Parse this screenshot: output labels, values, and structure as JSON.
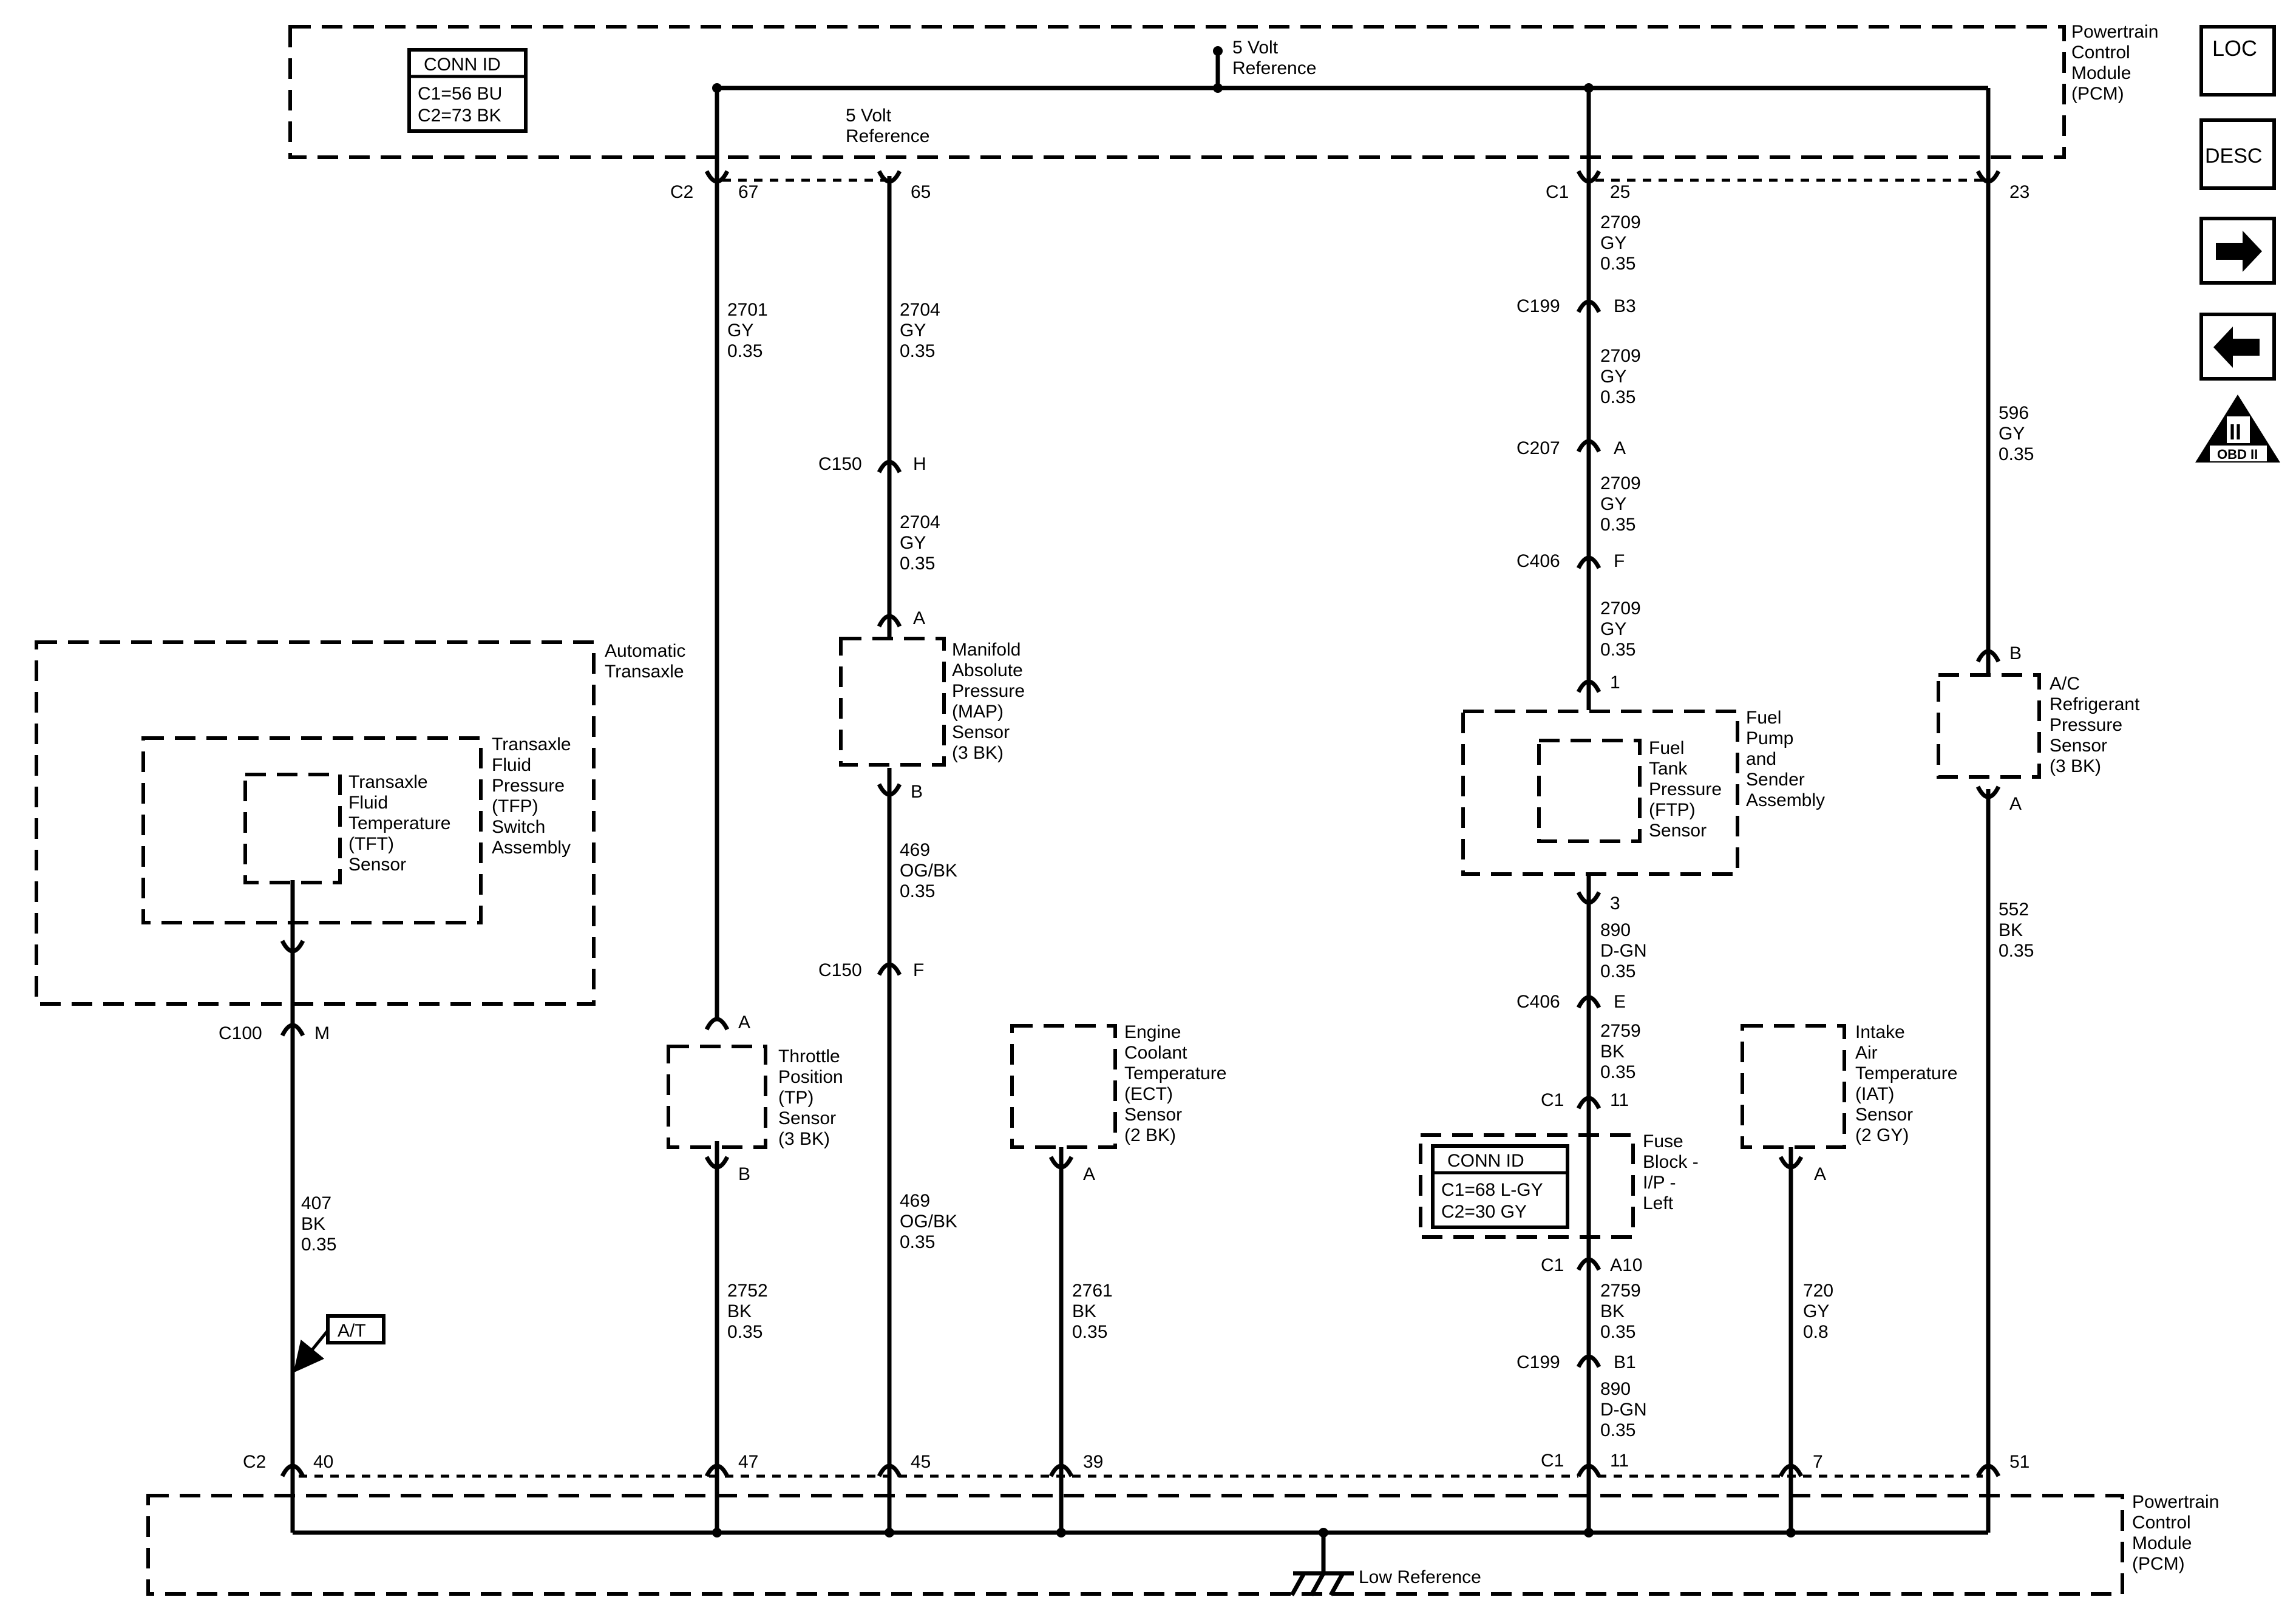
{
  "pcm_top": {
    "title_lines": [
      "Powertrain",
      "Control",
      "Module",
      "(PCM)"
    ]
  },
  "pcm_bottom": {
    "title_lines": [
      "Powertrain",
      "Control",
      "Module",
      "(PCM)"
    ],
    "low_reference": "Low Reference"
  },
  "top_conn_id": {
    "header": "CONN ID",
    "lines": [
      "C1=56 BU",
      "C2=73 BK"
    ]
  },
  "fuse_conn_id": {
    "header": "CONN ID",
    "lines": [
      "C1=68 L-GY",
      "C2=30 GY"
    ]
  },
  "ref_5v_top": [
    "5 Volt",
    "Reference"
  ],
  "ref_5v_mid": [
    "5 Volt",
    "Reference"
  ],
  "nav": {
    "loc": "LOC",
    "desc": "DESC",
    "obd": "OBD II",
    "obd_roman": "II"
  },
  "at_tag": "A/T",
  "auto_transaxle": [
    "Automatic",
    "Transaxle"
  ],
  "tfp_assembly": [
    "Transaxle",
    "Fluid",
    "Pressure",
    "(TFP)",
    "Switch",
    "Assembly"
  ],
  "tft_sensor": [
    "Transaxle",
    "Fluid",
    "Temperature",
    "(TFT)",
    "Sensor"
  ],
  "map_sensor": [
    "Manifold",
    "Absolute",
    "Pressure",
    "(MAP)",
    "Sensor",
    "(3 BK)"
  ],
  "tp_sensor": [
    "Throttle",
    "Position",
    "(TP)",
    "Sensor",
    "(3 BK)"
  ],
  "ect_sensor": [
    "Engine",
    "Coolant",
    "Temperature",
    "(ECT)",
    "Sensor",
    "(2 BK)"
  ],
  "fuel_pump": [
    "Fuel",
    "Pump",
    "and",
    "Sender",
    "Assembly"
  ],
  "ftp_sensor": [
    "Fuel",
    "Tank",
    "Pressure",
    "(FTP)",
    "Sensor"
  ],
  "fuse_block": [
    "Fuse",
    "Block -",
    "I/P -",
    "Left"
  ],
  "iat_sensor": [
    "Intake",
    "Air",
    "Temperature",
    "(IAT)",
    "Sensor",
    "(2 GY)"
  ],
  "ac_sensor": [
    "A/C",
    "Refrigerant",
    "Pressure",
    "Sensor",
    "(3 BK)"
  ],
  "wires": {
    "w2701": [
      "2701",
      "GY",
      "0.35"
    ],
    "w2704a": [
      "2704",
      "GY",
      "0.35"
    ],
    "w2704b": [
      "2704",
      "GY",
      "0.35"
    ],
    "w469a": [
      "469",
      "OG/BK",
      "0.35"
    ],
    "w469b": [
      "469",
      "OG/BK",
      "0.35"
    ],
    "w407": [
      "407",
      "BK",
      "0.35"
    ],
    "w2752": [
      "2752",
      "BK",
      "0.35"
    ],
    "w2761": [
      "2761",
      "BK",
      "0.35"
    ],
    "w2709a": [
      "2709",
      "GY",
      "0.35"
    ],
    "w2709b": [
      "2709",
      "GY",
      "0.35"
    ],
    "w2709c": [
      "2709",
      "GY",
      "0.35"
    ],
    "w2709d": [
      "2709",
      "GY",
      "0.35"
    ],
    "w890a": [
      "890",
      "D-GN",
      "0.35"
    ],
    "w2759a": [
      "2759",
      "BK",
      "0.35"
    ],
    "w2759b": [
      "2759",
      "BK",
      "0.35"
    ],
    "w890b": [
      "890",
      "D-GN",
      "0.35"
    ],
    "w720": [
      "720",
      "GY",
      "0.8"
    ],
    "w596": [
      "596",
      "GY",
      "0.35"
    ],
    "w552": [
      "552",
      "BK",
      "0.35"
    ]
  },
  "pins": {
    "c2_67": [
      "C2",
      "67"
    ],
    "p65": "65",
    "c1_25": [
      "C1",
      "25"
    ],
    "p23": "23",
    "c199_b3": [
      "C199",
      "B3"
    ],
    "c207_a": [
      "C207",
      "A"
    ],
    "c406_f": [
      "C406",
      "F"
    ],
    "p1": "1",
    "p3": "3",
    "c406_e": [
      "C406",
      "E"
    ],
    "c1_11top": [
      "C1",
      "11"
    ],
    "c1_a10": [
      "C1",
      "A10"
    ],
    "c199_b1": [
      "C199",
      "B1"
    ],
    "c1_11bot": [
      "C1",
      "11"
    ],
    "c150_h": [
      "C150",
      "H"
    ],
    "map_a": "A",
    "map_b": "B",
    "c150_f": [
      "C150",
      "F"
    ],
    "tp_a": "A",
    "tp_b": "B",
    "ect_a": "A",
    "iat_a": "A",
    "ac_b": "B",
    "ac_a": "A",
    "c100_m": [
      "C100",
      "M"
    ],
    "c2_40": [
      "C2",
      "40"
    ],
    "p47": "47",
    "p45": "45",
    "p39": "39",
    "p7": "7",
    "p51": "51"
  }
}
